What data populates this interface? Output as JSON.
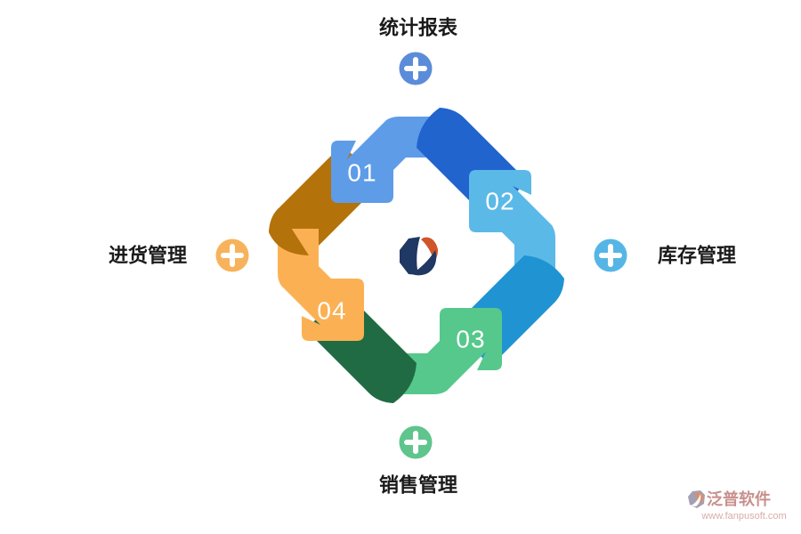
{
  "diagram": {
    "arrows": [
      {
        "number": "01",
        "position": "top-left",
        "color": "#5E9CE8",
        "fold_color": "#2164CD"
      },
      {
        "number": "02",
        "position": "right",
        "color": "#5BB9E8",
        "fold_color": "#2093D2"
      },
      {
        "number": "03",
        "position": "bottom",
        "color": "#56C88C",
        "fold_color": "#206B44"
      },
      {
        "number": "04",
        "position": "left",
        "color": "#FBB153",
        "fold_color": "#B4720B"
      }
    ],
    "labels": [
      {
        "text": "统计报表",
        "position": "top",
        "plus_color": "#5B8CD9"
      },
      {
        "text": "库存管理",
        "position": "right",
        "plus_color": "#55B6E6"
      },
      {
        "text": "销售管理",
        "position": "bottom",
        "plus_color": "#5FC58C"
      },
      {
        "text": "进货管理",
        "position": "left",
        "plus_color": "#F7B35B"
      }
    ],
    "center_logo": {
      "navy": "#1F3864",
      "orange": "#D0552A"
    }
  },
  "watermark": {
    "brand": "泛普软件",
    "url": "www.fanpusoft.com",
    "brand_color": "#C8908D",
    "url_color": "#D8ACA9",
    "icon_gray": "#A3A0B4",
    "icon_salmon": "#D58F72"
  }
}
